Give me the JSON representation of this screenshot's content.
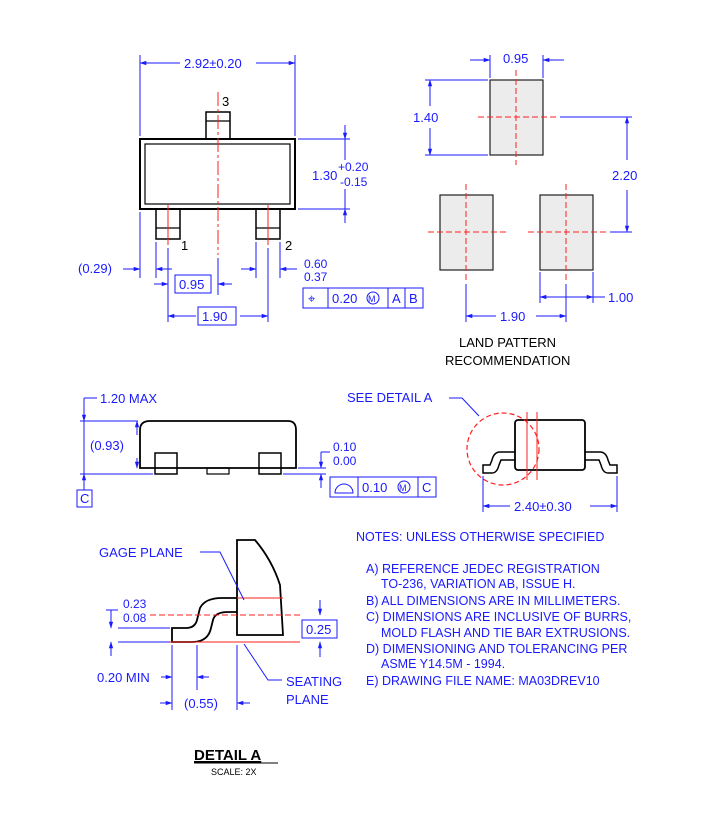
{
  "top_view": {
    "dim_width": "2.92±0.20",
    "pin3": "3",
    "pin1": "1",
    "pin2": "2",
    "dim_height": "1.30",
    "dim_height_tol_plus": "+0.20",
    "dim_height_tol_minus": "-0.15",
    "dim_offset": "(0.29)",
    "dim_lead_width_max": "0.60",
    "dim_lead_width_min": "0.37",
    "dim_pitch": "0.95",
    "dim_span": "1.90",
    "fcf": {
      "symbol": "⌖",
      "tolerance": "0.20",
      "modifier": "M",
      "datum_a": "A",
      "datum_b": "B"
    }
  },
  "land_pattern": {
    "dim_pad_width": "0.95",
    "dim_pad_height": "1.40",
    "dim_row_spacing": "2.20",
    "dim_pad_span": "1.90",
    "dim_pitch": "1.00",
    "title_line1": "LAND PATTERN",
    "title_line2": "RECOMMENDATION"
  },
  "side_view": {
    "dim_max_height": "1.20 MAX",
    "dim_body_height": "(0.93)",
    "datum_c": "C",
    "dim_standoff_max": "0.10",
    "dim_standoff_min": "0.00",
    "fcf": {
      "tolerance": "0.10",
      "modifier": "M",
      "datum": "C"
    }
  },
  "end_view": {
    "see_detail": "SEE DETAIL A",
    "dim_overall": "2.40±0.30"
  },
  "detail_a": {
    "gage_plane": "GAGE PLANE",
    "dim_lead_thk_max": "0.23",
    "dim_lead_thk_min": "0.08",
    "dim_gage": "0.25",
    "dim_foot_min": "0.20 MIN",
    "dim_foot_len": "(0.55)",
    "seating_line1": "SEATING",
    "seating_line2": "PLANE",
    "title": "DETAIL A",
    "scale": "SCALE: 2X"
  },
  "notes": {
    "heading": "NOTES: UNLESS OTHERWISE SPECIFIED",
    "lines": [
      "A)  REFERENCE JEDEC REGISTRATION",
      "TO-236, VARIATION AB, ISSUE H.",
      "B)  ALL DIMENSIONS ARE IN MILLIMETERS.",
      "C)  DIMENSIONS ARE INCLUSIVE OF BURRS,",
      "MOLD FLASH AND TIE BAR EXTRUSIONS.",
      "D)  DIMENSIONING AND TOLERANCING PER",
      "ASME Y14.5M - 1994.",
      "E)  DRAWING FILE NAME: MA03DREV10"
    ]
  }
}
